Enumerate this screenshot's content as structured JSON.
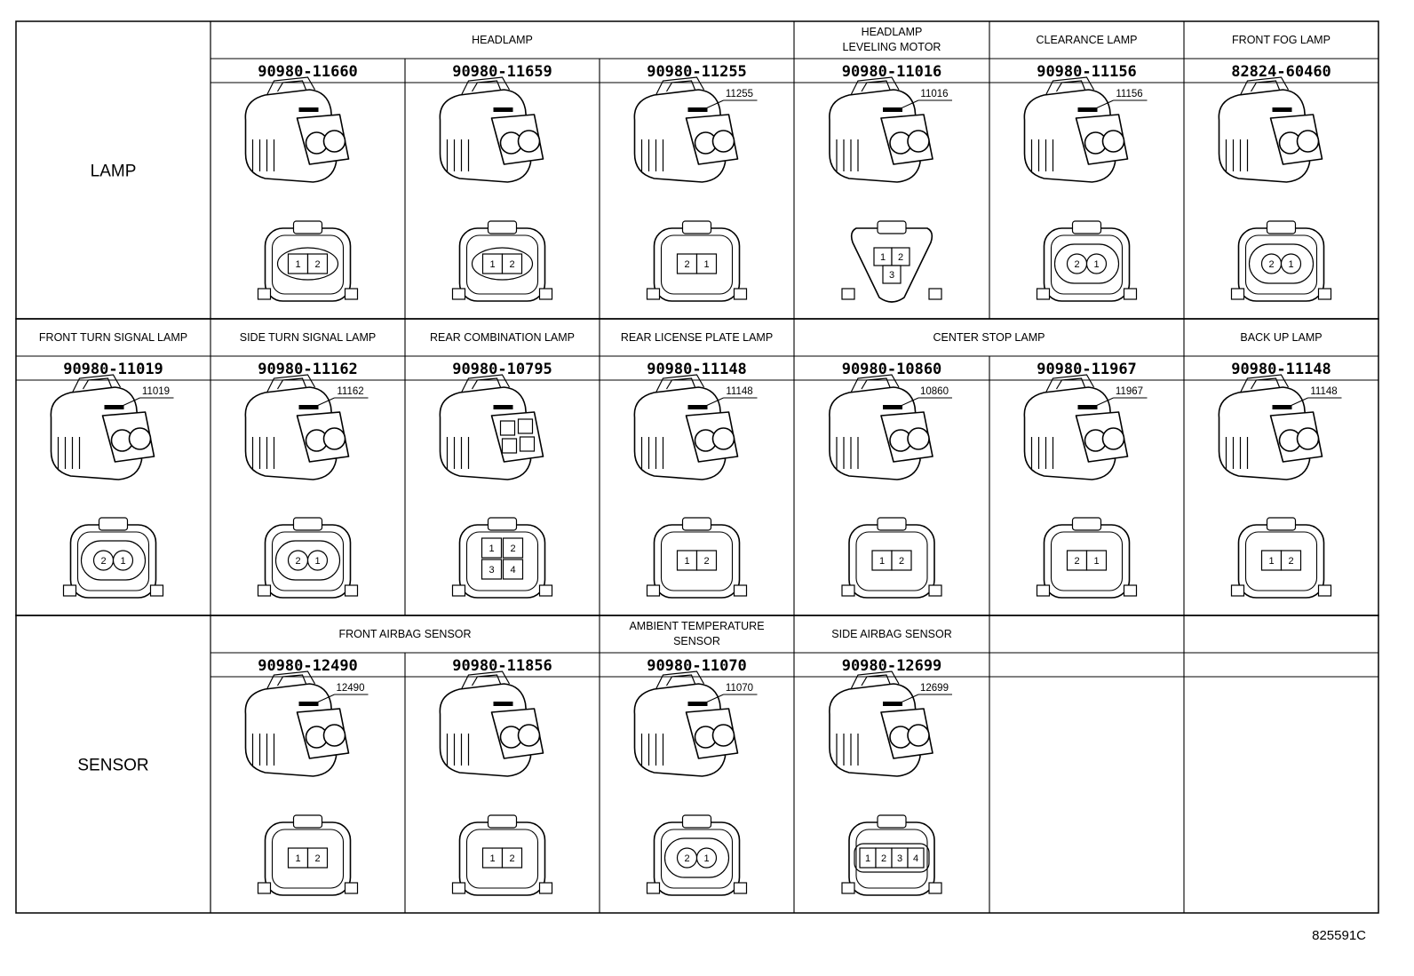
{
  "footer_code": "825591C",
  "sections": [
    {
      "label": "LAMP",
      "groups": [
        {
          "lines": [
            "HEADLAMP"
          ],
          "span": 3
        },
        {
          "lines": [
            "HEADLAMP",
            "LEVELING MOTOR"
          ],
          "span": 1
        },
        {
          "lines": [
            "CLEARANCE LAMP"
          ],
          "span": 1
        },
        {
          "lines": [
            "FRONT FOG LAMP"
          ],
          "span": 1
        }
      ],
      "cells": [
        {
          "part": "90980-11660",
          "callout": "",
          "pins": [
            "1",
            "2"
          ],
          "pinStyle": "oval"
        },
        {
          "part": "90980-11659",
          "callout": "",
          "pins": [
            "1",
            "2"
          ],
          "pinStyle": "oval"
        },
        {
          "part": "90980-11255",
          "callout": "11255",
          "pins": [
            "2",
            "1"
          ],
          "pinStyle": "rect"
        },
        {
          "part": "90980-11016",
          "callout": "11016",
          "pins": [
            "1",
            "2",
            "3"
          ],
          "pinStyle": "tri"
        },
        {
          "part": "90980-11156",
          "callout": "11156",
          "pins": [
            "2",
            "1"
          ],
          "pinStyle": "round"
        },
        {
          "part": "82824-60460",
          "callout": "",
          "pins": [
            "2",
            "1"
          ],
          "pinStyle": "round"
        }
      ]
    },
    {
      "label": "",
      "groups": [
        {
          "lines": [
            "FRONT TURN SIGNAL LAMP"
          ],
          "span": 1,
          "startCol": 0
        },
        {
          "lines": [
            "SIDE TURN SIGNAL LAMP"
          ],
          "span": 1
        },
        {
          "lines": [
            "REAR COMBINATION LAMP"
          ],
          "span": 1
        },
        {
          "lines": [
            "REAR LICENSE PLATE LAMP"
          ],
          "span": 1
        },
        {
          "lines": [
            "CENTER STOP LAMP"
          ],
          "span": 2
        },
        {
          "lines": [
            "BACK UP LAMP"
          ],
          "span": 1
        }
      ],
      "cells": [
        {
          "part": "90980-11019",
          "callout": "11019",
          "pins": [
            "2",
            "1"
          ],
          "pinStyle": "round"
        },
        {
          "part": "90980-11162",
          "callout": "11162",
          "pins": [
            "2",
            "1"
          ],
          "pinStyle": "round"
        },
        {
          "part": "90980-10795",
          "callout": "",
          "pins": [
            "1",
            "2",
            "3",
            "4"
          ],
          "pinStyle": "quad"
        },
        {
          "part": "90980-11148",
          "callout": "11148",
          "pins": [
            "1",
            "2"
          ],
          "pinStyle": "rect"
        },
        {
          "part": "90980-10860",
          "callout": "10860",
          "pins": [
            "1",
            "2"
          ],
          "pinStyle": "rect"
        },
        {
          "part": "90980-11967",
          "callout": "11967",
          "pins": [
            "2",
            "1"
          ],
          "pinStyle": "rect"
        },
        {
          "part": "90980-11148",
          "callout": "11148",
          "pins": [
            "1",
            "2"
          ],
          "pinStyle": "rect"
        }
      ]
    },
    {
      "label": "SENSOR",
      "groups": [
        {
          "lines": [
            "FRONT AIRBAG SENSOR"
          ],
          "span": 2
        },
        {
          "lines": [
            "AMBIENT TEMPERATURE",
            "SENSOR"
          ],
          "span": 1
        },
        {
          "lines": [
            "SIDE AIRBAG SENSOR"
          ],
          "span": 1
        },
        {
          "lines": [],
          "span": 1
        },
        {
          "lines": [],
          "span": 1
        }
      ],
      "cells": [
        {
          "part": "90980-12490",
          "callout": "12490",
          "pins": [
            "1",
            "2"
          ],
          "pinStyle": "rect"
        },
        {
          "part": "90980-11856",
          "callout": "",
          "pins": [
            "1",
            "2"
          ],
          "pinStyle": "rect"
        },
        {
          "part": "90980-11070",
          "callout": "11070",
          "pins": [
            "2",
            "1"
          ],
          "pinStyle": "round"
        },
        {
          "part": "90980-12699",
          "callout": "12699",
          "pins": [
            "1",
            "2",
            "3",
            "4"
          ],
          "pinStyle": "row"
        },
        {
          "part": "",
          "callout": "",
          "pins": [],
          "pinStyle": "none"
        },
        {
          "part": "",
          "callout": "",
          "pins": [],
          "pinStyle": "none"
        }
      ]
    }
  ]
}
